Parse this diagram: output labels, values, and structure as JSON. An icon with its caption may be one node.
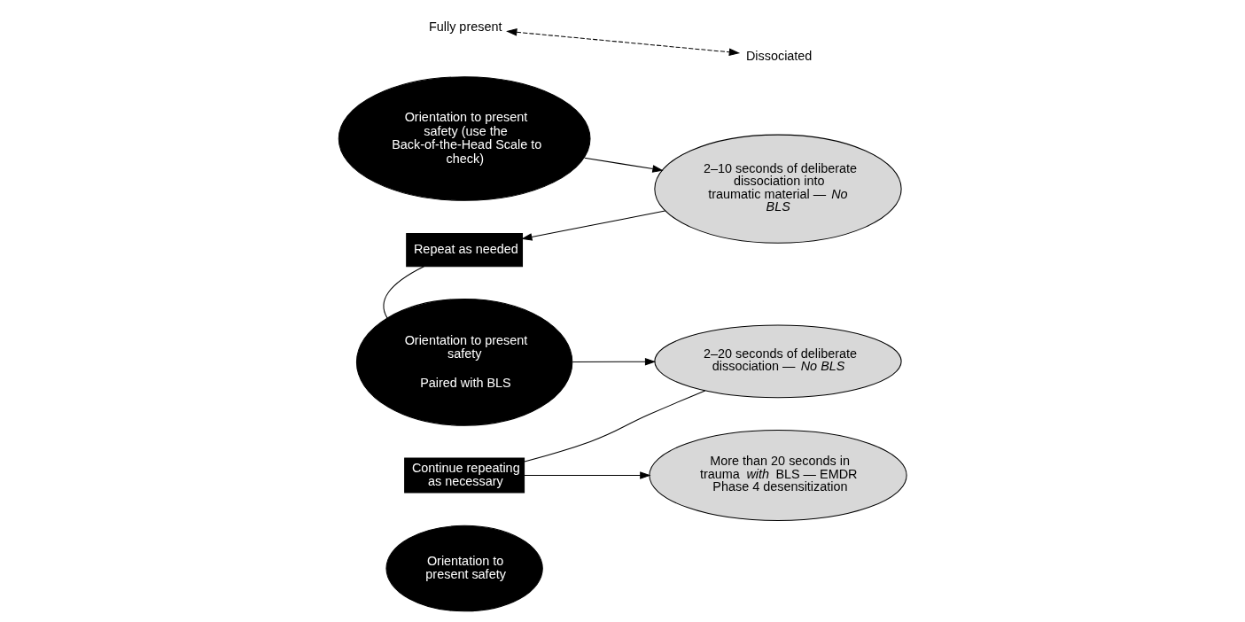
{
  "diagram": {
    "nodes": [
      {
        "text": [
          "Fully present"
        ]
      },
      {
        "text": [
          "Dissociated"
        ]
      },
      {
        "text": [
          "Orientation to present safety (use the Back-of-the-Head Scale to check)"
        ]
      },
      {
        "text": [
          "2–10 seconds of deliberate dissociation into traumatic material — *No BLS*"
        ]
      },
      {
        "text": [
          "Repeat as needed"
        ]
      },
      {
        "text": [
          "Orientation to present safety",
          "Paired with BLS"
        ]
      },
      {
        "text": [
          "2–20 seconds of deliberate dissociation — *No BLS*"
        ]
      },
      {
        "text": [
          "Continue repeating as necessary"
        ]
      },
      {
        "text": [
          "Orientation to present safety"
        ]
      },
      {
        "text": [
          "More than 20 seconds in trauma *with* BLS — EMDR Phase 4 desensitization"
        ]
      }
    ],
    "edges": [
      {
        "from": 0,
        "to": 1,
        "arrow": "both",
        "style": "dashed"
      },
      {
        "from": 2,
        "to": 3,
        "arrow": "to"
      },
      {
        "from": 3,
        "to": 4,
        "arrow": "to"
      },
      {
        "from": 4,
        "to": 5,
        "arrow": "none"
      },
      {
        "from": 5,
        "to": 6,
        "arrow": "to"
      },
      {
        "from": 6,
        "to": 7,
        "arrow": "none"
      },
      {
        "from": 7,
        "to": 9,
        "arrow": "to"
      }
    ]
  }
}
